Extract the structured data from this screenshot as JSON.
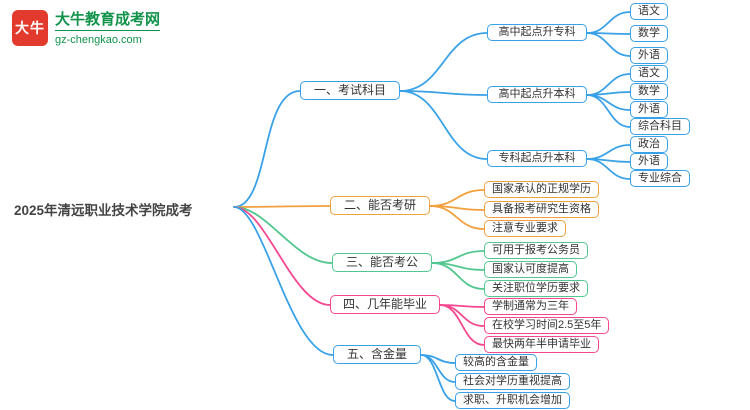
{
  "logo": {
    "badge": "大牛",
    "brand": "大牛教育成考网",
    "domain": "gz-chengkao.com"
  },
  "root": {
    "label": "2025年清远职业技术学院成考"
  },
  "palette": {
    "blue": "#38a1e8",
    "orange": "#f2a03d",
    "green": "#52c78f",
    "pink": "#f5478f",
    "logo_red": "#e23b2e",
    "logo_green": "#12934c"
  },
  "branches": [
    {
      "label": "一、考试科目",
      "color": "blue",
      "children": [
        {
          "label": "高中起点升专科",
          "children": [
            {
              "label": "语文"
            },
            {
              "label": "数学"
            },
            {
              "label": "外语"
            }
          ]
        },
        {
          "label": "高中起点升本科",
          "children": [
            {
              "label": "语文"
            },
            {
              "label": "数学"
            },
            {
              "label": "外语"
            },
            {
              "label": "综合科目"
            }
          ]
        },
        {
          "label": "专科起点升本科",
          "children": [
            {
              "label": "政治"
            },
            {
              "label": "外语"
            },
            {
              "label": "专业综合"
            }
          ]
        }
      ]
    },
    {
      "label": "二、能否考研",
      "color": "orange",
      "children": [
        {
          "label": "国家承认的正规学历"
        },
        {
          "label": "具备报考研究生资格"
        },
        {
          "label": "注意专业要求"
        }
      ]
    },
    {
      "label": "三、能否考公",
      "color": "green",
      "children": [
        {
          "label": "可用于报考公务员"
        },
        {
          "label": "国家认可度提高"
        },
        {
          "label": "关注职位学历要求"
        }
      ]
    },
    {
      "label": "四、几年能毕业",
      "color": "pink",
      "children": [
        {
          "label": "学制通常为三年"
        },
        {
          "label": "在校学习时间2.5至5年"
        },
        {
          "label": "最快两年半申请毕业"
        }
      ]
    },
    {
      "label": "五、含金量",
      "color": "blue",
      "children": [
        {
          "label": "较高的含金量"
        },
        {
          "label": "社会对学历重视提高"
        },
        {
          "label": "求职、升职机会增加"
        }
      ]
    }
  ]
}
